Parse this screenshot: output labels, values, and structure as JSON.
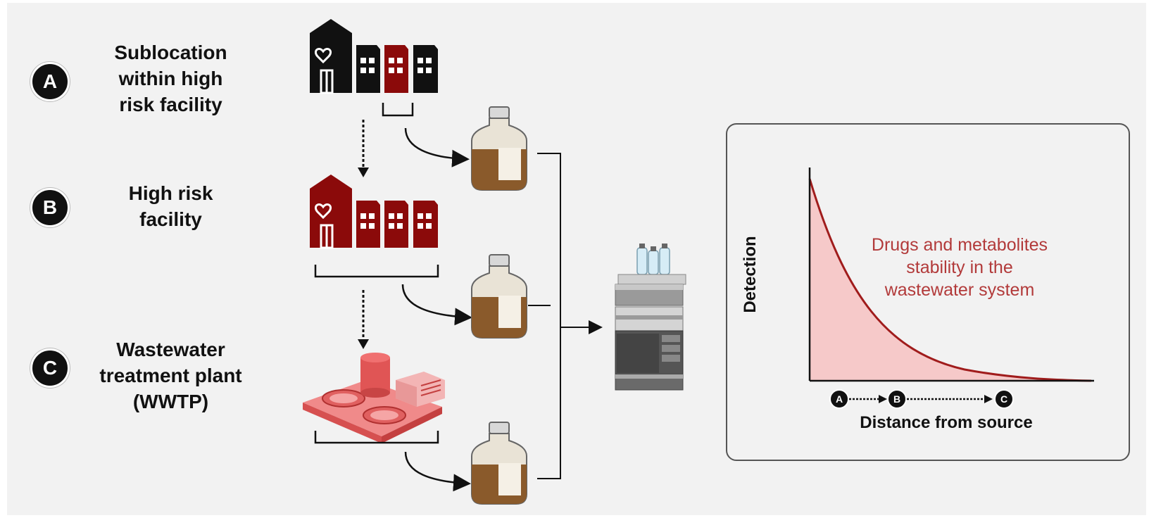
{
  "levels": [
    {
      "badge": "A",
      "label_lines": [
        "Sublocation",
        "within high",
        "risk facility"
      ]
    },
    {
      "badge": "B",
      "label_lines": [
        "High risk",
        "facility"
      ]
    },
    {
      "badge": "C",
      "label_lines": [
        "Wastewater",
        "treatment plant",
        "(WWTP)"
      ]
    }
  ],
  "graph": {
    "curve_text_lines": [
      "Drugs and metabolites",
      "stability in the",
      "wastewater system"
    ],
    "ylabel": "Detection",
    "xlabel": "Distance from source",
    "axis_markers": [
      "A",
      "B",
      "C"
    ]
  },
  "icons": {
    "facility_a": "building-icon",
    "facility_b": "building-icon",
    "wwtp": "treatment-plant-icon",
    "bottle": "sample-bottle-icon",
    "instrument": "lc-ms-instrument-icon"
  },
  "colors": {
    "dark": "#111111",
    "red": "#8b0a0a",
    "curve_fill": "#f6c9c9",
    "curve_line": "#a01c1c",
    "wwtp": "#e05a5a"
  }
}
